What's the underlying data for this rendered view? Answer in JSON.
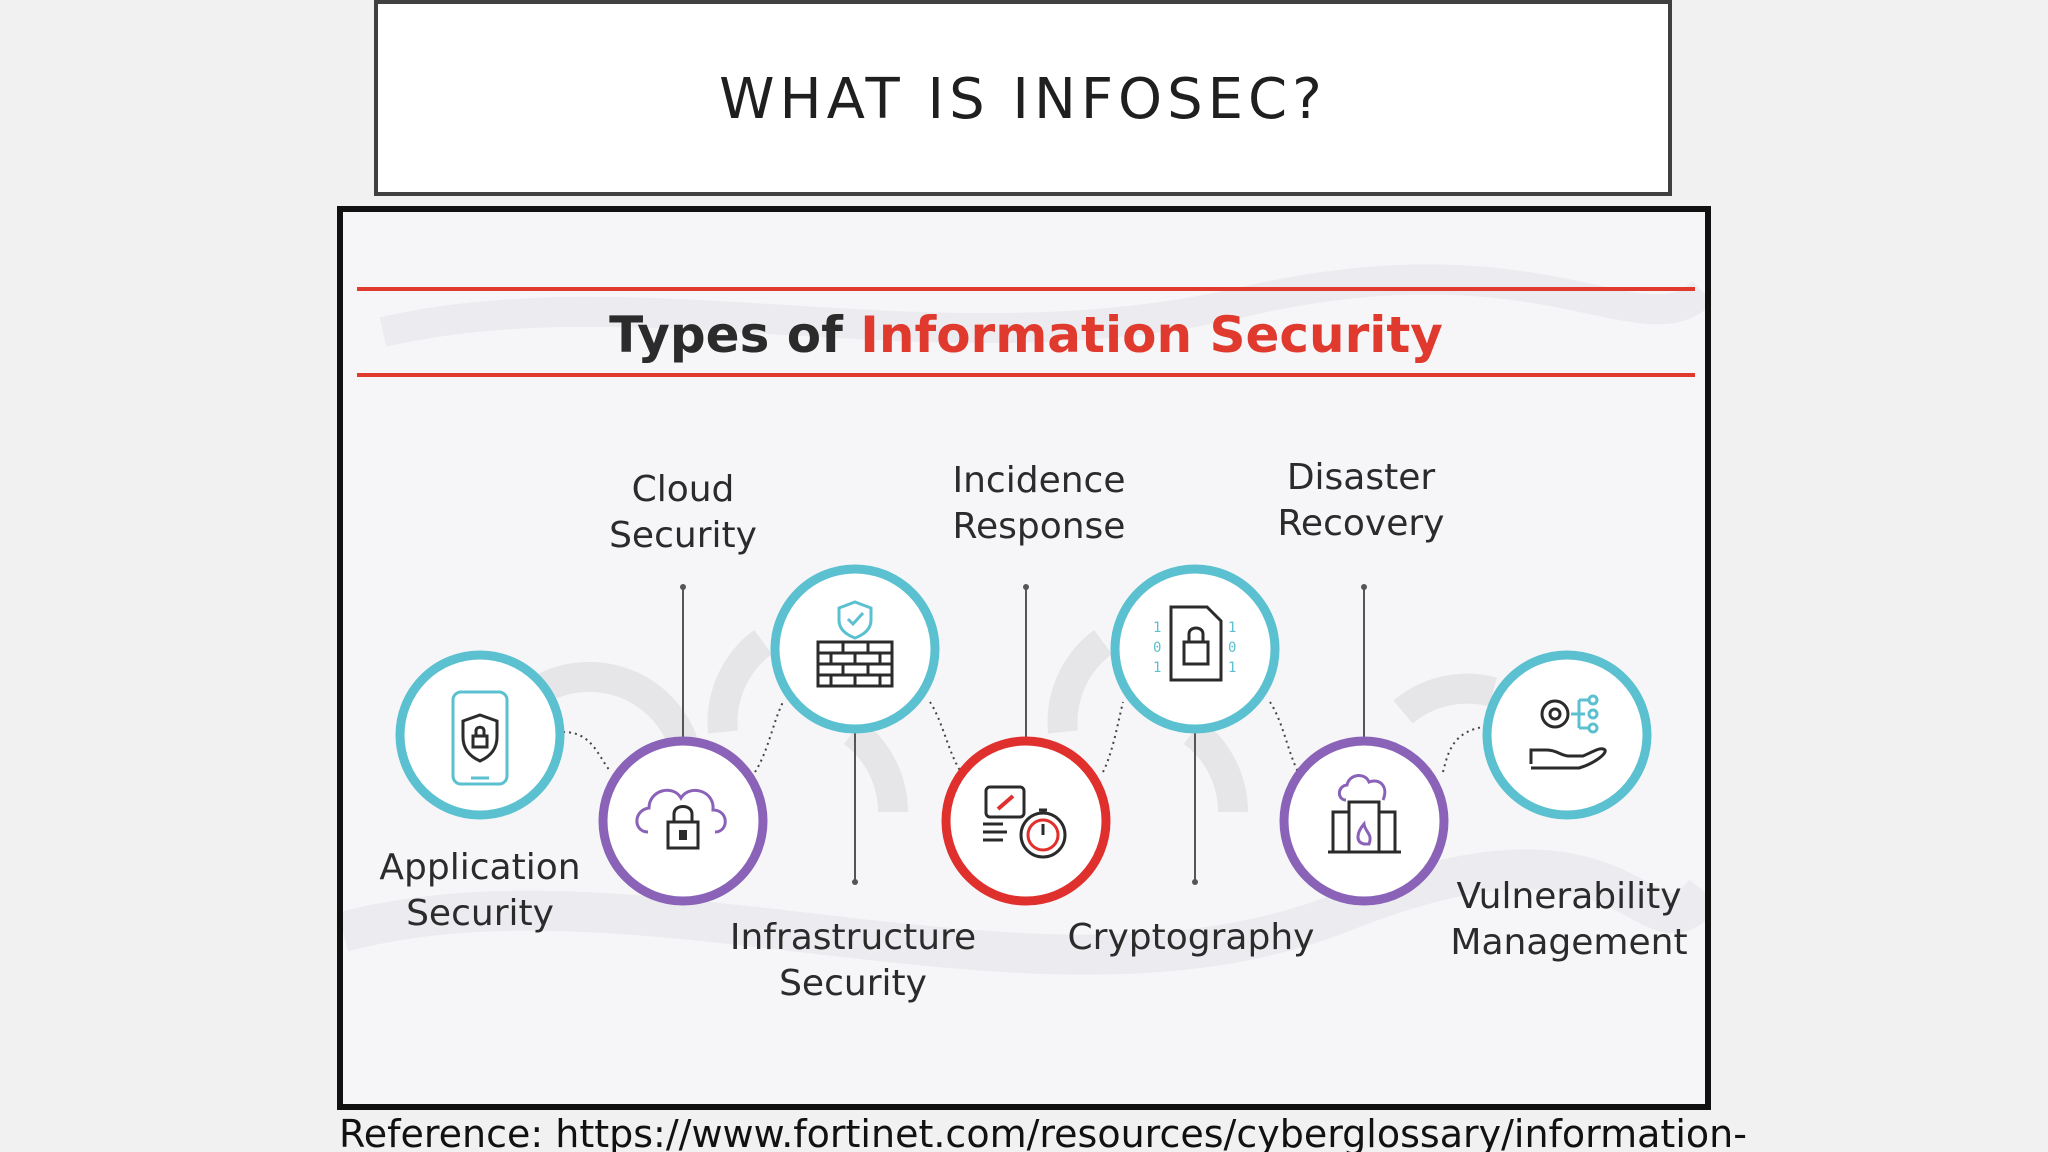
{
  "slide": {
    "title": "WHAT IS INFOSEC?",
    "reference": "Reference: https://www.fortinet.com/resources/cyberglossary/information-"
  },
  "figure": {
    "heading_prefix": "Types of ",
    "heading_highlight": "Information Security",
    "colors": {
      "teal": "#5bc0cf",
      "purple": "#8a63b8",
      "red": "#e0302e",
      "heading_dark": "#2b2b2b",
      "heading_red": "#e03a2f",
      "rule_red": "#e03a2f"
    },
    "types": [
      {
        "label_line1": "Application",
        "label_line2": "Security",
        "icon": "phone-shield-icon",
        "ring": "teal"
      },
      {
        "label_line1": "Cloud",
        "label_line2": "Security",
        "icon": "cloud-lock-icon",
        "ring": "purple"
      },
      {
        "label_line1": "Infrastructure",
        "label_line2": "Security",
        "icon": "firewall-shield-icon",
        "ring": "teal"
      },
      {
        "label_line1": "Incidence",
        "label_line2": "Response",
        "icon": "phone-stopwatch-icon",
        "ring": "red"
      },
      {
        "label_line1": "Cryptography",
        "label_line2": "",
        "icon": "binary-lock-document-icon",
        "ring": "teal"
      },
      {
        "label_line1": "Disaster",
        "label_line2": "Recovery",
        "icon": "building-cloud-fire-icon",
        "ring": "purple"
      },
      {
        "label_line1": "Vulnerability",
        "label_line2": "Management",
        "icon": "gear-network-hand-icon",
        "ring": "teal"
      }
    ]
  }
}
